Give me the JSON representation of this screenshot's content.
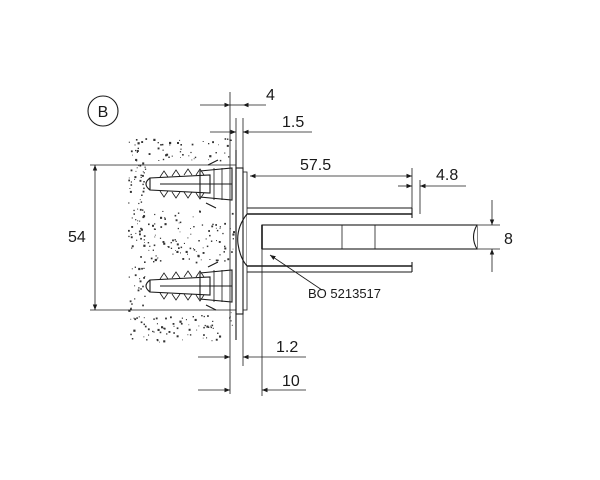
{
  "detail_label": "B",
  "dimensions": {
    "wall_gap_top": "4",
    "plate_thickness": "1.5",
    "clamp_length": "57.5",
    "glass_offset": "4.8",
    "glass_thickness": "8",
    "mount_height": "54",
    "spacer_bottom": "1.2",
    "base_depth": "10"
  },
  "part_reference": "BO 5213517",
  "colors": {
    "ink": "#1a1a1a",
    "glass": "#e9e9e9",
    "wall_speckle": "#333333"
  }
}
